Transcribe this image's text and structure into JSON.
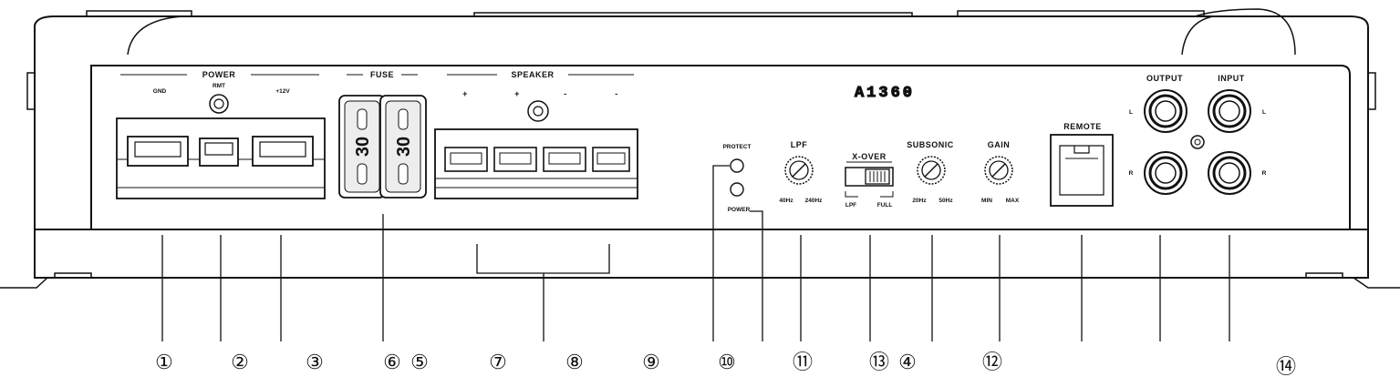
{
  "model": "A1360",
  "sections": {
    "power": "POWER",
    "fuse": "FUSE",
    "speaker": "SPEAKER",
    "lpf": "LPF",
    "xover": "X-OVER",
    "subsonic": "SUBSONIC",
    "gain": "GAIN",
    "remote": "REMOTE",
    "output": "OUTPUT",
    "input": "INPUT"
  },
  "power_terminals": {
    "gnd": "GND",
    "rmt": "RMT",
    "plus12v": "+12V"
  },
  "fuses": [
    "30",
    "30"
  ],
  "speaker_polarity": [
    "+",
    "+",
    "-",
    "-"
  ],
  "leds": {
    "protect": "PROTECT",
    "power": "POWER"
  },
  "lpf_range": {
    "min": "40Hz",
    "max": "240Hz"
  },
  "xover_positions": {
    "left": "LPF",
    "right": "FULL"
  },
  "subsonic_range": {
    "min": "20Hz",
    "max": "50Hz"
  },
  "gain_range": {
    "min": "MIN",
    "max": "MAX"
  },
  "rca_channels": {
    "left": "L",
    "right": "R"
  },
  "callouts": [
    "①",
    "②",
    "③",
    "⑥",
    "⑤",
    "⑦",
    "⑧",
    "⑨",
    "⑩",
    "⑪",
    "⑬",
    "④",
    "⑫",
    "⑭"
  ]
}
